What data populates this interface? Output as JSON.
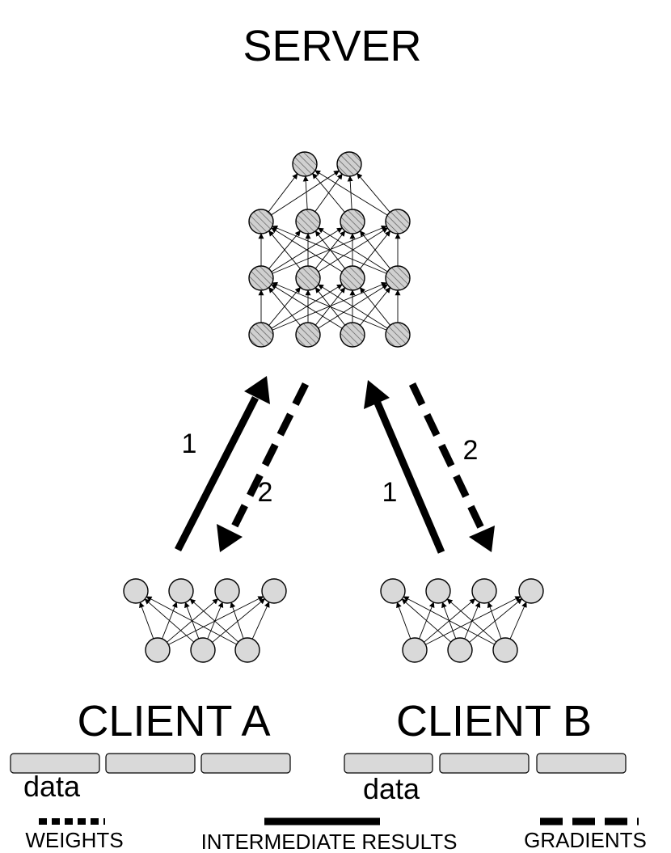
{
  "server": {
    "title": "SERVER"
  },
  "clients": [
    {
      "title": "CLIENT A",
      "data_label": "data"
    },
    {
      "title": "CLIENT B",
      "data_label": "data"
    }
  ],
  "arrows": {
    "client_a_up": "1",
    "client_a_down": "2",
    "client_b_up": "1",
    "client_b_down": "2"
  },
  "legend": {
    "weights": "WEIGHTS",
    "intermediate": "INTERMEDIATE RESULTS",
    "gradients": "GRADIENTS"
  },
  "colors": {
    "node_fill_client": "#d9d9d9",
    "node_fill_server": "#cfcfcf",
    "stroke": "#000000",
    "data_block": "#d9d9d9"
  }
}
